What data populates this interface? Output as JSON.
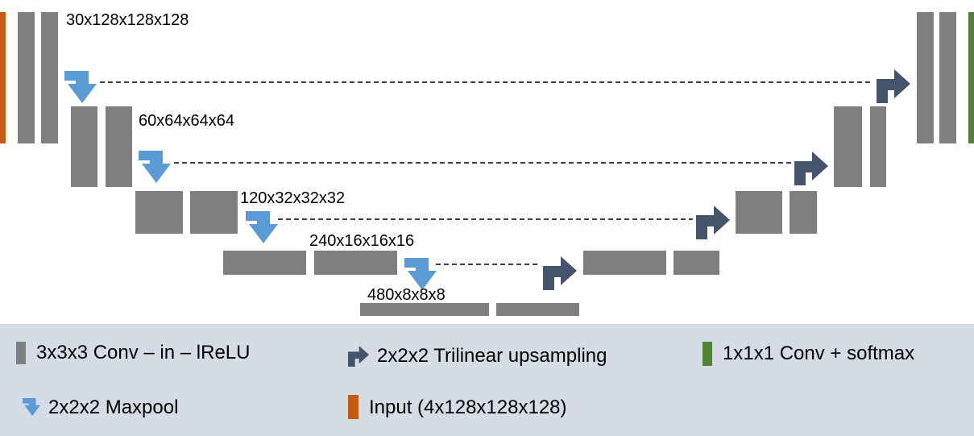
{
  "colors": {
    "conv": "#7f7f7f",
    "maxpool": "#5b9bd5",
    "upsample": "#44546a",
    "output": "#548235",
    "input": "#c55a11",
    "legend_bg": "#d6dce5",
    "skip_line": "#000000"
  },
  "labels": {
    "level1": "30x128x128x128",
    "level2": "60x64x64x64",
    "level3": "120x32x32x32",
    "level4": "240x16x16x16",
    "level5": "480x8x8x8"
  },
  "legend": {
    "conv": "3x3x3 Conv – in – lReLU",
    "upsample": "2x2x2 Trilinear upsampling",
    "output": "1x1x1 Conv + softmax",
    "maxpool": "2x2x2 Maxpool",
    "input": "Input (4x128x128x128)"
  },
  "icons": {
    "maxpool": "down-arrow-icon",
    "upsample": "turn-right-arrow-icon"
  }
}
